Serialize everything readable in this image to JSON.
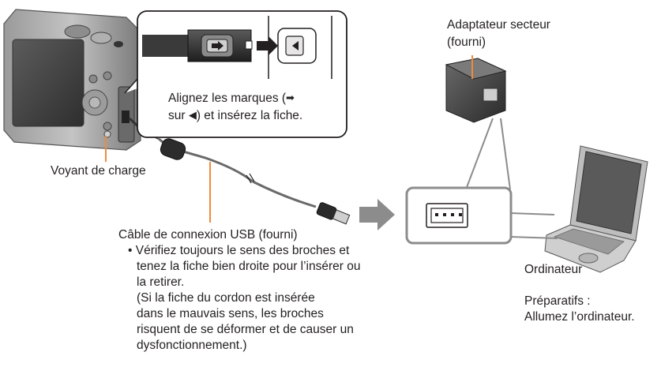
{
  "adapter": {
    "line1": "Adaptateur secteur",
    "line2": "(fourni)"
  },
  "callout": {
    "part1": "Alignez les marques (",
    "part2": "sur ",
    "part3": ") et insérez la fiche."
  },
  "charge_lamp": {
    "label": "Voyant de charge"
  },
  "usb_cable": {
    "title": "Câble de connexion USB (fourni)",
    "bullet_lines": [
      "• Vérifiez toujours le sens des broches et",
      "tenez la fiche bien droite pour l’insérer ou",
      "la retirer."
    ],
    "note_lines": [
      "(Si la fiche du cordon est insérée",
      "dans le mauvais sens, les broches",
      "risquent de se déformer et de causer un",
      "dysfonctionnement.)"
    ]
  },
  "computer": {
    "label": "Ordinateur",
    "prep_line1": "Préparatifs :",
    "prep_line2": "Allumez l’ordinateur."
  },
  "colors": {
    "leader_orange": "#f08a3c",
    "camera_body": "#7d7d7d",
    "text": "#231f20"
  }
}
